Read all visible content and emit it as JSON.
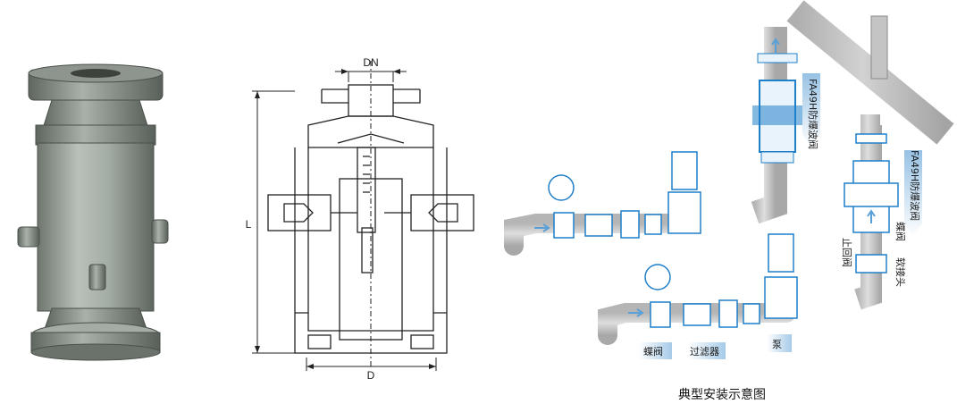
{
  "colors": {
    "pipe_fill": "#c4c4c4",
    "pipe_stroke": "#8a8a8a",
    "valve_blue": "#1f7fc9",
    "valve_light": "#e9f3fb",
    "label_arrow": "#6aa7d8",
    "flow_arrow": "#5aa0d6",
    "drawing_line": "#222222",
    "photo_body": "#9aa39c"
  },
  "drawing": {
    "dn_label": "DN",
    "l_label": "L",
    "d_label": "D"
  },
  "schematic": {
    "caption": "典型安装示意图",
    "labels": {
      "fa49h_top": "FA49H防爆波阀",
      "fa49h_right": "FA49H防爆波阀",
      "butterfly_right": "蝶阀",
      "check_valve": "止回阀",
      "soft_joint": "软接头",
      "butterfly_bottom": "蝶阀",
      "filter": "过滤器",
      "pump": "泵"
    }
  }
}
